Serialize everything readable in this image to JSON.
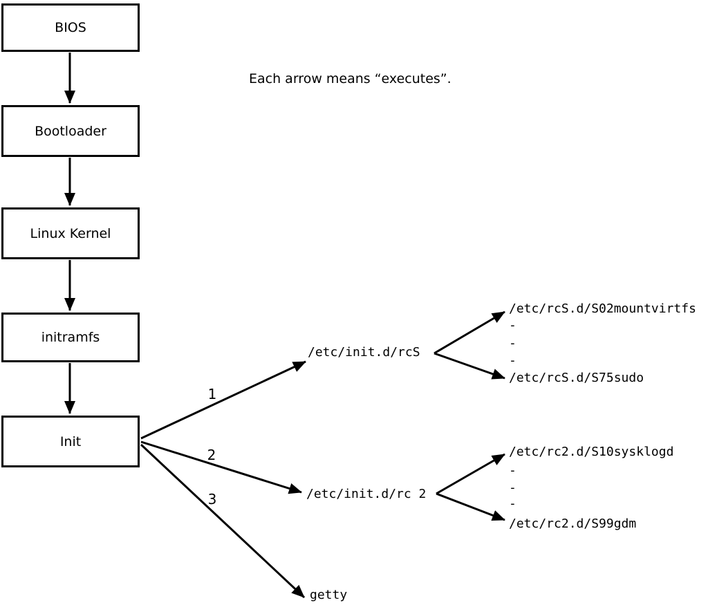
{
  "caption": "Each arrow means “executes”.",
  "chain": [
    {
      "label": "BIOS"
    },
    {
      "label": "Bootloader"
    },
    {
      "label": "Linux Kernel"
    },
    {
      "label": "initramfs"
    },
    {
      "label": "Init"
    }
  ],
  "init_branches": [
    {
      "order": "1",
      "target": "/etc/init.d/rcS"
    },
    {
      "order": "2",
      "target": "/etc/init.d/rc 2"
    },
    {
      "order": "3",
      "target": "getty"
    }
  ],
  "rcS_children": {
    "first": "/etc/rcS.d/S02mountvirtfs",
    "ellipsis": [
      "-",
      "-",
      "-"
    ],
    "last": "/etc/rcS.d/S75sudo"
  },
  "rc2_children": {
    "first": "/etc/rc2.d/S10sysklogd",
    "ellipsis": [
      "-",
      "-",
      "-"
    ],
    "last": "/etc/rc2.d/S99gdm"
  },
  "colors": {
    "line": "#000000",
    "background": "#ffffff"
  }
}
